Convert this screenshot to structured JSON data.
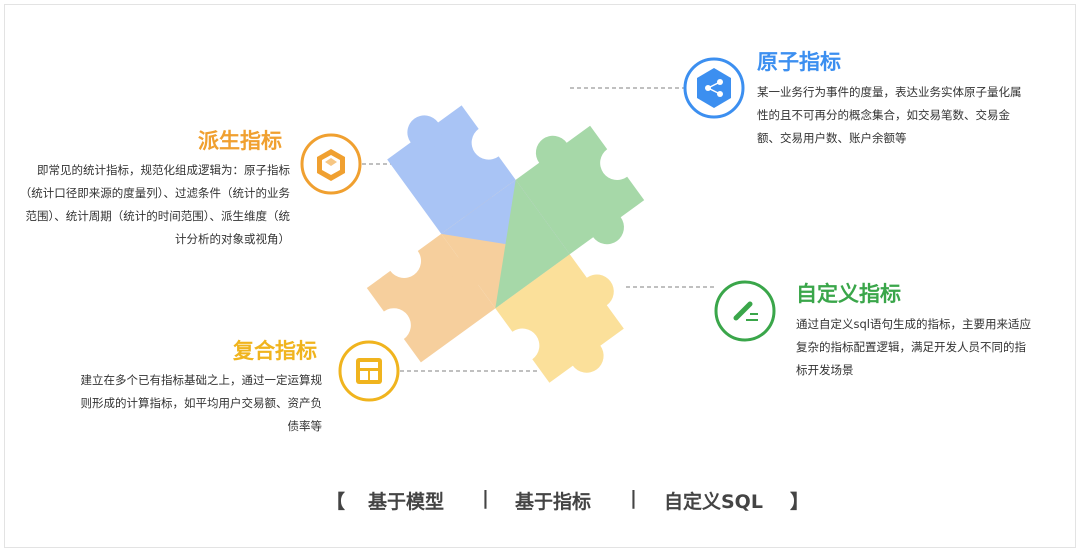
{
  "colors": {
    "atomic": "#3c8ff0",
    "derived": "#f0a030",
    "custom": "#3aa64a",
    "compound": "#f0b41e",
    "piece_blue": "#a9c4f5",
    "piece_orange": "#f6cf9d",
    "piece_green": "#a6d8a8",
    "piece_yellow": "#fbe09a"
  },
  "blocks": {
    "atomic": {
      "title": "原子指标",
      "icon": "share-icon",
      "desc": "某一业务行为事件的度量，表达业务实体原子量化属性的且不可再分的概念集合，如交易笔数、交易金额、交易用户数、账户余额等"
    },
    "derived": {
      "title": "派生指标",
      "icon": "cube-icon",
      "desc": "即常见的统计指标，规范化组成逻辑为：原子指标（统计口径即来源的度量列）、过滤条件（统计的业务范围）、统计周期（统计的时间范围）、派生维度（统计分析的对象或视角）"
    },
    "custom": {
      "title": "自定义指标",
      "icon": "pencil-icon",
      "desc": "通过自定义sql语句生成的指标，主要用来适应复杂的指标配置逻辑，满足开发人员不同的指标开发场景"
    },
    "compound": {
      "title": "复合指标",
      "icon": "layout-icon",
      "desc": "建立在多个已有指标基础之上，通过一定运算规则形成的计算指标，如平均用户交易额、资产负债率等"
    }
  },
  "footer": {
    "open": "【",
    "item1": "基于模型",
    "sep1": "|",
    "item2": "基于指标",
    "sep2": "|",
    "item3": "自定义SQL",
    "close": "】"
  }
}
